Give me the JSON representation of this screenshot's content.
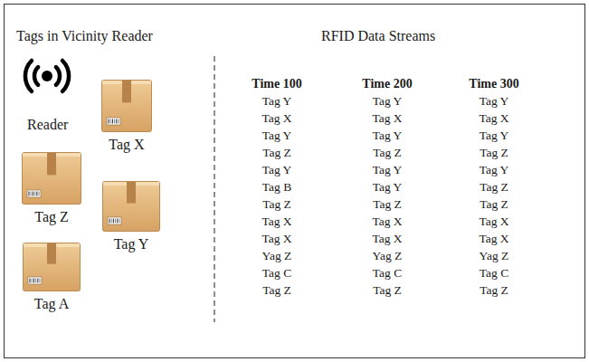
{
  "diagram": {
    "nodes": [
      {
        "text": [
          "Tag X"
        ]
      },
      {
        "text": [
          "Tag Z"
        ]
      },
      {
        "text": [
          "Tag Y"
        ]
      },
      {
        "text": [
          "Tag A"
        ]
      }
    ],
    "labels": [
      "Tags in Vicinity Reader",
      "Reader",
      "RFID Data Streams",
      "Time 100",
      "Time 200",
      "Time 300",
      "Tag Y",
      "Tag Y",
      "Tag Y",
      "Tag X",
      "Tag X",
      "Tag X",
      "Tag Y",
      "Tag Y",
      "Tag Y",
      "Tag Z",
      "Tag Z",
      "Tag Z",
      "Tag Y",
      "Tag Y",
      "Tag Y",
      "Tag B",
      "Tag Y",
      "Tag Z",
      "Tag Z",
      "Tag Z",
      "Tag Z",
      "Tag X",
      "Tag X",
      "Tag X",
      "Tag X",
      "Tag X",
      "Tag X",
      "Yag Z",
      "Yag Z",
      "Yag Z",
      "Tag C",
      "Tag C",
      "Tag C",
      "Tag Z",
      "Tag Z",
      "Tag Z"
    ]
  }
}
